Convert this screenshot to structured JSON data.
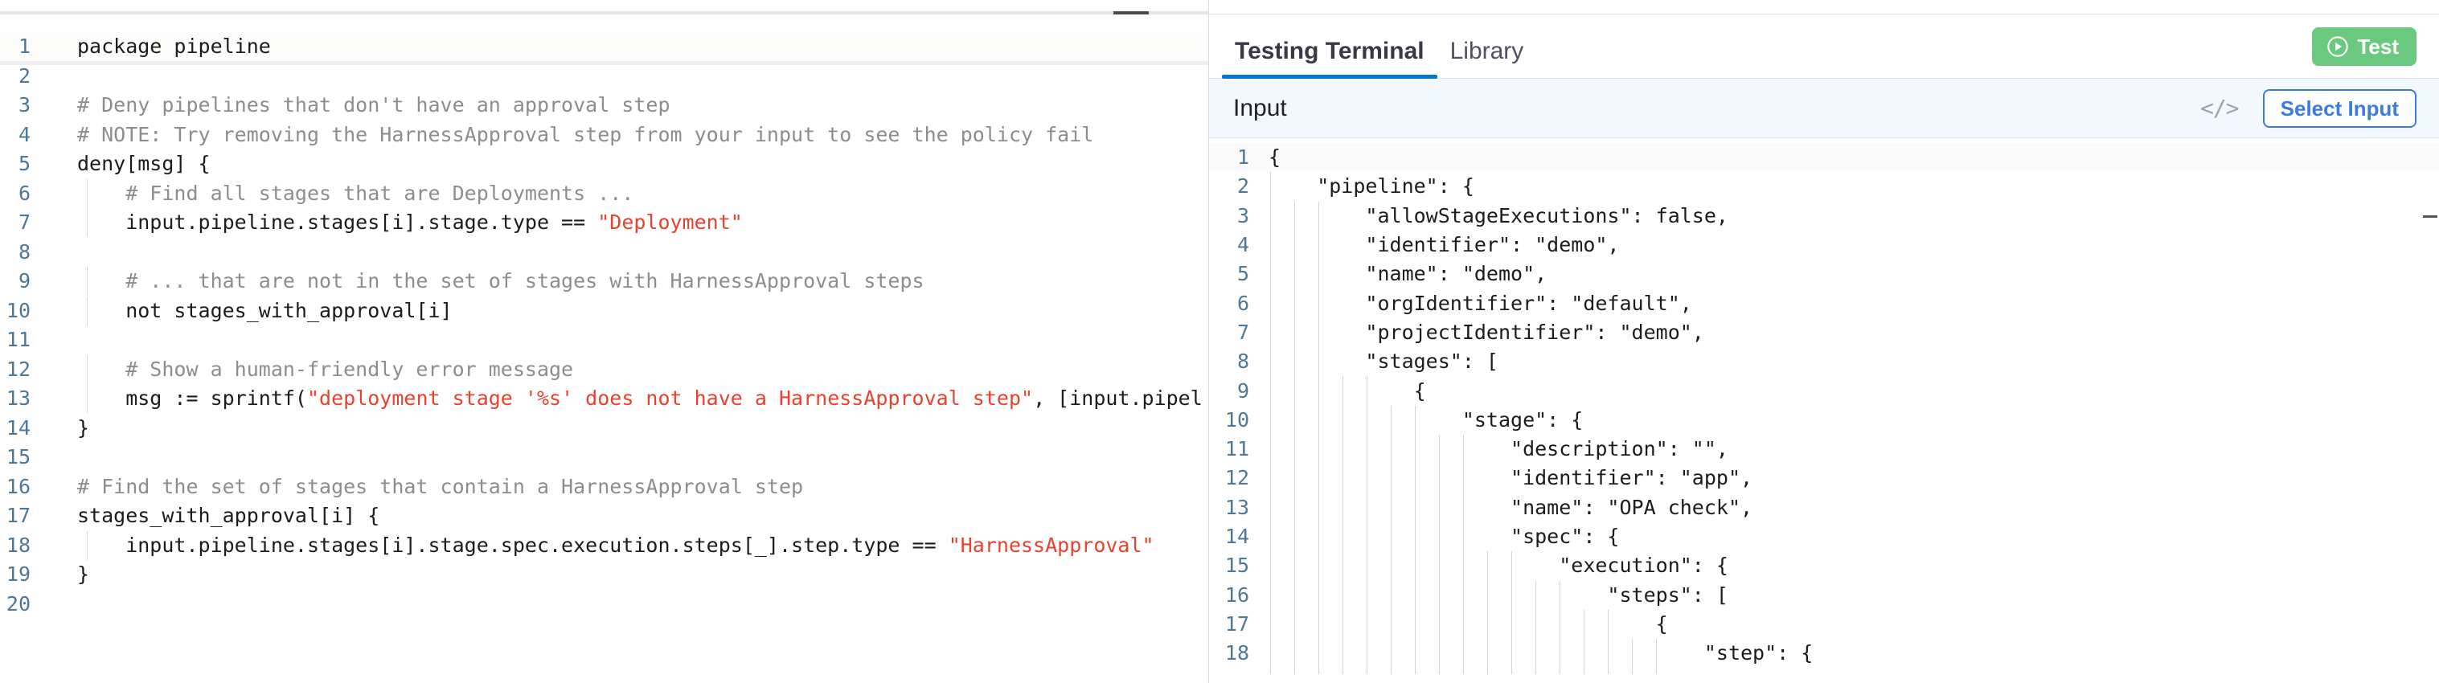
{
  "editor": {
    "name": "rego-policy-editor",
    "language": "rego",
    "collapse_handle": "collapse-handle",
    "lines": [
      {
        "n": "1",
        "indent": false,
        "tokens": [
          {
            "t": "plain",
            "v": "package pipeline"
          }
        ]
      },
      {
        "n": "2",
        "indent": false,
        "tokens": []
      },
      {
        "n": "3",
        "indent": false,
        "tokens": [
          {
            "t": "cmt",
            "v": "# Deny pipelines that don't have an approval step"
          }
        ]
      },
      {
        "n": "4",
        "indent": false,
        "tokens": [
          {
            "t": "cmt",
            "v": "# NOTE: Try removing the HarnessApproval step from your input to see the policy fail"
          }
        ]
      },
      {
        "n": "5",
        "indent": false,
        "tokens": [
          {
            "t": "plain",
            "v": "deny[msg] {"
          }
        ]
      },
      {
        "n": "6",
        "indent": true,
        "tokens": [
          {
            "t": "cmt",
            "v": "    # Find all stages that are Deployments ..."
          }
        ]
      },
      {
        "n": "7",
        "indent": true,
        "tokens": [
          {
            "t": "plain",
            "v": "    input.pipeline.stages[i].stage.type == "
          },
          {
            "t": "str",
            "v": "\"Deployment\""
          }
        ]
      },
      {
        "n": "8",
        "indent": true,
        "tokens": []
      },
      {
        "n": "9",
        "indent": true,
        "tokens": [
          {
            "t": "cmt",
            "v": "    # ... that are not in the set of stages with HarnessApproval steps"
          }
        ]
      },
      {
        "n": "10",
        "indent": true,
        "tokens": [
          {
            "t": "plain",
            "v": "    not stages_with_approval[i]"
          }
        ]
      },
      {
        "n": "11",
        "indent": true,
        "tokens": []
      },
      {
        "n": "12",
        "indent": true,
        "tokens": [
          {
            "t": "cmt",
            "v": "    # Show a human-friendly error message"
          }
        ]
      },
      {
        "n": "13",
        "indent": true,
        "tokens": [
          {
            "t": "plain",
            "v": "    msg := sprintf("
          },
          {
            "t": "str",
            "v": "\"deployment stage '%s' does not have a HarnessApproval step\""
          },
          {
            "t": "plain",
            "v": ", [input.pipel"
          }
        ]
      },
      {
        "n": "14",
        "indent": false,
        "tokens": [
          {
            "t": "plain",
            "v": "}"
          }
        ]
      },
      {
        "n": "15",
        "indent": false,
        "tokens": []
      },
      {
        "n": "16",
        "indent": false,
        "tokens": [
          {
            "t": "cmt",
            "v": "# Find the set of stages that contain a HarnessApproval step"
          }
        ]
      },
      {
        "n": "17",
        "indent": false,
        "tokens": [
          {
            "t": "plain",
            "v": "stages_with_approval[i] {"
          }
        ]
      },
      {
        "n": "18",
        "indent": true,
        "tokens": [
          {
            "t": "plain",
            "v": "    input.pipeline.stages[i].stage.spec.execution.steps[_].step.type == "
          },
          {
            "t": "str",
            "v": "\"HarnessApproval\""
          }
        ]
      },
      {
        "n": "19",
        "indent": false,
        "tokens": [
          {
            "t": "plain",
            "v": "}"
          }
        ]
      },
      {
        "n": "20",
        "indent": false,
        "tokens": []
      }
    ]
  },
  "terminal": {
    "tabs": [
      {
        "label": "Testing Terminal",
        "active": true
      },
      {
        "label": "Library",
        "active": false
      }
    ],
    "test_button": {
      "label": "Test",
      "icon": "play-circle-icon",
      "color": "#6bc97f"
    },
    "input_section": {
      "title": "Input",
      "code_icon": "</>",
      "select_input_label": "Select Input"
    },
    "json_lines": [
      {
        "n": "1",
        "text": "{",
        "guides": 0
      },
      {
        "n": "2",
        "text": "    \"pipeline\": {",
        "guides": 1
      },
      {
        "n": "3",
        "text": "        \"allowStageExecutions\": false,",
        "guides": 3
      },
      {
        "n": "4",
        "text": "        \"identifier\": \"demo\",",
        "guides": 3
      },
      {
        "n": "5",
        "text": "        \"name\": \"demo\",",
        "guides": 3
      },
      {
        "n": "6",
        "text": "        \"orgIdentifier\": \"default\",",
        "guides": 3
      },
      {
        "n": "7",
        "text": "        \"projectIdentifier\": \"demo\",",
        "guides": 3
      },
      {
        "n": "8",
        "text": "        \"stages\": [",
        "guides": 3
      },
      {
        "n": "9",
        "text": "            {",
        "guides": 5
      },
      {
        "n": "10",
        "text": "                \"stage\": {",
        "guides": 7
      },
      {
        "n": "11",
        "text": "                    \"description\": \"\",",
        "guides": 9
      },
      {
        "n": "12",
        "text": "                    \"identifier\": \"app\",",
        "guides": 9
      },
      {
        "n": "13",
        "text": "                    \"name\": \"OPA check\",",
        "guides": 9
      },
      {
        "n": "14",
        "text": "                    \"spec\": {",
        "guides": 9
      },
      {
        "n": "15",
        "text": "                        \"execution\": {",
        "guides": 11
      },
      {
        "n": "16",
        "text": "                            \"steps\": [",
        "guides": 13
      },
      {
        "n": "17",
        "text": "                                {",
        "guides": 15
      },
      {
        "n": "18",
        "text": "                                    \"step\": {",
        "guides": 17
      }
    ]
  },
  "colors": {
    "accent_blue": "#0278d5",
    "link_blue": "#3b7ce0",
    "test_green": "#6bc97f",
    "gutter_blue": "#4e7897",
    "comment_gray": "#8d8d8d",
    "string_red": "#e8422e",
    "input_bar_bg": "#f2f8fd"
  }
}
